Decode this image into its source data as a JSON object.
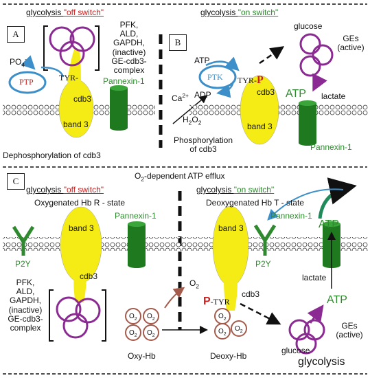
{
  "panel_a": {
    "label": "A",
    "title_prefix": "glycolysis ",
    "title_state": "\"off switch\"",
    "complex_text": "PFK,\nALD,\nGAPDH,\n(inactive)\nGE-cdb3-\ncomplex",
    "po4": "PO",
    "po4_sub": "4",
    "po4_sup": "-",
    "ptp": "PTP",
    "tyr": "TYR-",
    "cdb3": "cdb3",
    "band3": "band 3",
    "pannexin": "Pannexin-1",
    "caption": "Dephosphorylation of cdb3"
  },
  "panel_b": {
    "label": "B",
    "title_prefix": "glycolysis ",
    "title_state": "\"on switch\"",
    "glucose": "glucose",
    "ges": "GEs\n(active)",
    "atp_top": "ATP",
    "adp": "ADP",
    "ptk": "PTK",
    "tyr": "TYR-",
    "p": "P",
    "cdb3": "cdb3",
    "atp_green": "ATP",
    "lactate": "lactate",
    "band3": "band 3",
    "pannexin": "Pannexin-1",
    "ca": "Ca",
    "ca_sup": "2+",
    "h2o2": "H",
    "h2o2_sub": "2",
    "h2o2_tail": "O",
    "h2o2_sub2": "2",
    "caption": "Phosphorylation\nof cdb3"
  },
  "panel_c": {
    "label": "C",
    "title_pre": "O",
    "title_sub": "2",
    "title_post": "-dependent ATP efflux",
    "left_title_prefix": "glycolysis ",
    "left_title_state": "\"off switch\"",
    "right_title_prefix": "glycolysis ",
    "right_title_state": "\"on switch\"",
    "left_state": "Oxygenated Hb R - state",
    "right_state": "Deoxygenated Hb T - state",
    "pannexin_left": "Pannexin-1",
    "pannexin_right": "Pannexin-1",
    "band3_left": "band 3",
    "band3_right": "band 3",
    "p2y_left": "P2Y",
    "p2y_right": "P2Y",
    "cdb3_left": "cdb3",
    "cdb3_right": "cdb3",
    "complex_text": "PFK,\nALD,\nGAPDH,\n(inactive)\nGE-cdb3-\ncomplex",
    "o2_label": "O",
    "o2_sub": "2",
    "o2_cell": "O",
    "o2_cell_sub": "2",
    "oxy_hb": "Oxy-Hb",
    "deoxy_hb": "Deoxy-Hb",
    "p": "P",
    "tyr": "-TYR",
    "lactate": "lactate",
    "atp_upper": "ATP",
    "atp_lower": "ATP",
    "ges": "GEs\n(active)",
    "glucose": "glucose",
    "glycolysis": "glycolysis"
  },
  "colors": {
    "yellow": "#f5ec16",
    "green": "#2f8a2f",
    "purple": "#8a2a92",
    "red": "#cc1f1f",
    "blue": "#3c8fc8",
    "brown": "#a35a4a"
  }
}
